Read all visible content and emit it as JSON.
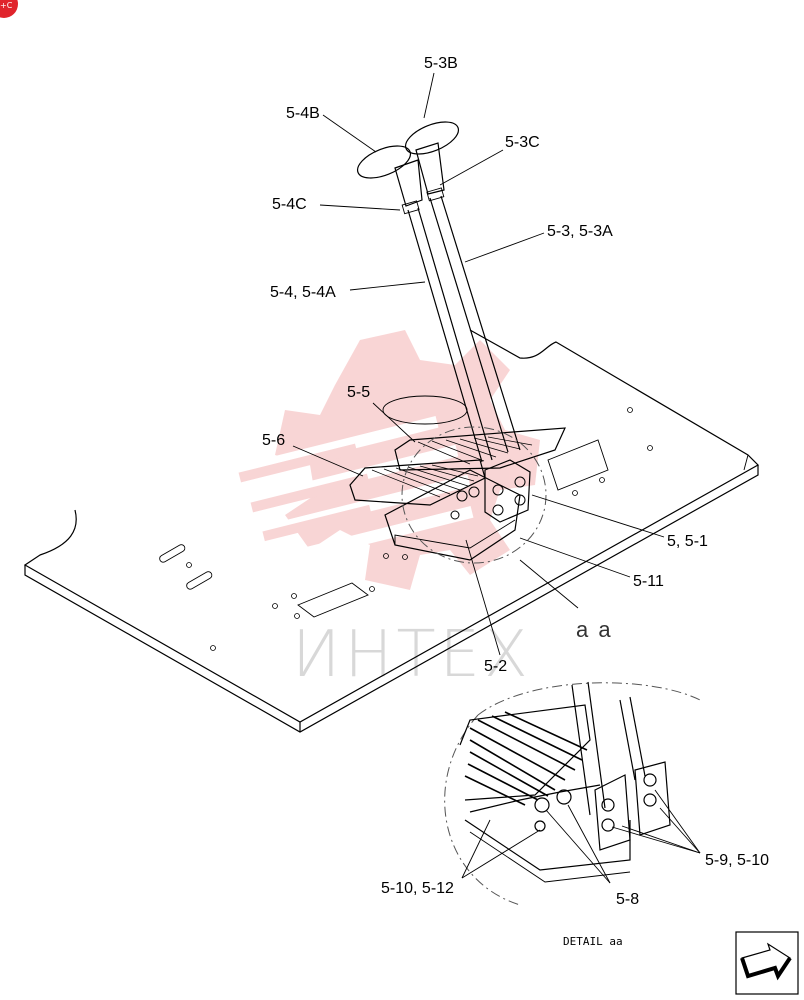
{
  "watermark": {
    "text": "ИНТЕХ"
  },
  "callouts": [
    {
      "id": "c-5-3b",
      "text": "5-3B"
    },
    {
      "id": "c-5-4b",
      "text": "5-4B"
    },
    {
      "id": "c-5-3c",
      "text": "5-3C"
    },
    {
      "id": "c-5-4c",
      "text": "5-4C"
    },
    {
      "id": "c-5-3",
      "text": "5-3, 5-3A"
    },
    {
      "id": "c-5-4",
      "text": "5-4, 5-4A"
    },
    {
      "id": "c-5-5",
      "text": "5-5"
    },
    {
      "id": "c-5-6",
      "text": "5-6"
    },
    {
      "id": "c-5-1",
      "text": "5, 5-1"
    },
    {
      "id": "c-5-11",
      "text": "5-11"
    },
    {
      "id": "c-aa",
      "text": "a a"
    },
    {
      "id": "c-5-2",
      "text": "5-2"
    },
    {
      "id": "c-5-9",
      "text": "5-9, 5-10"
    },
    {
      "id": "c-5-10",
      "text": "5-10, 5-12"
    },
    {
      "id": "c-5-8",
      "text": "5-8"
    }
  ],
  "detail_caption": "DETAIL aa",
  "colors": {
    "watermark_logo": "#f4b3b3",
    "corner_badge": "#e0242c"
  },
  "icons": {
    "corner_badge": "badge-icon",
    "nav_arrow": "next-arrow-icon"
  }
}
